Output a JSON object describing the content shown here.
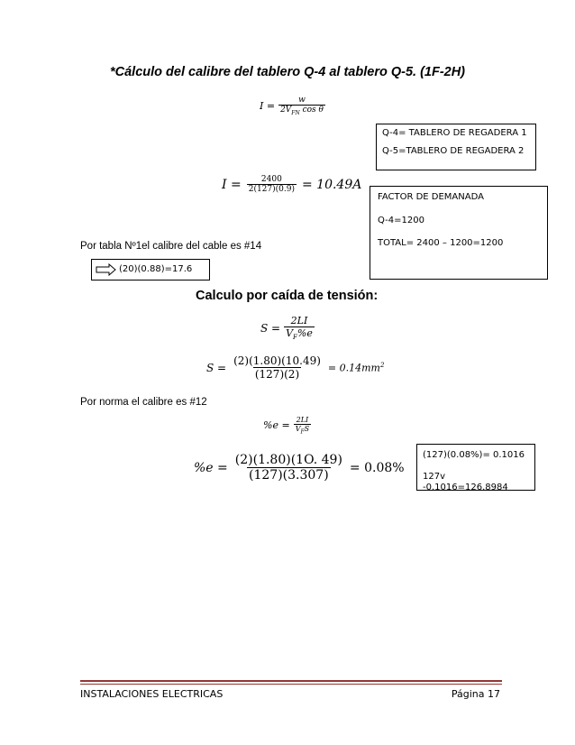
{
  "heading": "*Cálculo del calibre del tablero Q-4 al tablero Q-5. (1F-2H)",
  "formula1": {
    "lhs": "I =",
    "num": "w",
    "den": "2V",
    "den_sub": "FN",
    "den_tail": " cos θ"
  },
  "box_tableros": {
    "line1": "Q-4= TABLERO DE REGADERA 1",
    "line2": "Q-5=TABLERO DE REGADERA 2"
  },
  "formula2": {
    "lhs": "I =",
    "num": "2400",
    "den": "2(127)(0.9)",
    "rhs": "= 10.49A"
  },
  "box_demanda": {
    "line1": "FACTOR DE DEMANADA",
    "line2": "Q-4=1200",
    "line3": "TOTAL= 2400 – 1200=1200"
  },
  "tabla_text": "Por tabla Nº1el calibre del cable es #14",
  "box_factor": {
    "text": "(20)(0.88)=17.6"
  },
  "subheading": "Calculo por caída de tensión:",
  "formula3": {
    "lhs": "S =",
    "num": "2LI",
    "den": "V",
    "den_sub": "F",
    "den_tail": "%e"
  },
  "formula4": {
    "lhs": "S =",
    "num": "(2)(1.80)(10.49)",
    "den": "(127)(2)",
    "rhs": "= 0.14mm",
    "rhs_sup": "2"
  },
  "norma_text": "Por norma el calibre es #12",
  "formula5": {
    "lhs": "%e =",
    "num": "2LI",
    "den": "V",
    "den_sub": "F",
    "den_tail": "S"
  },
  "formula6": {
    "lhs": "%e =",
    "num": "(2)(1.80)(1O. 49)",
    "den": "(127)(3.307)",
    "rhs": "= 0.08%"
  },
  "box_caida": {
    "line1": "(127)(0.08%)= 0.1016",
    "line2": "127v -0.1016=126.8984"
  },
  "footer": {
    "left": "INSTALACIONES ELECTRICAS",
    "right": "Página 17"
  },
  "colors": {
    "footer_rule": "#943634",
    "text": "#000000"
  }
}
